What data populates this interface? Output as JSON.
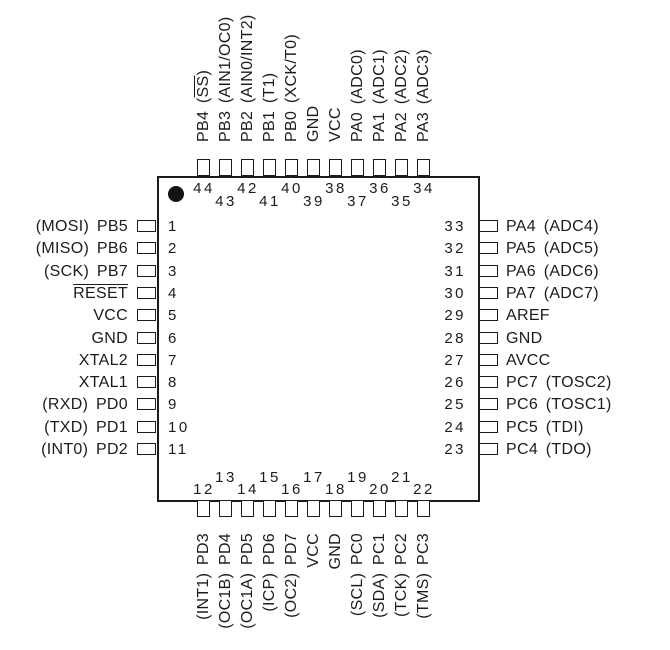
{
  "diagram": {
    "colors": {
      "line": "#1c1c1c",
      "background": "#ffffff"
    },
    "chip": {
      "pin1_marker_icon": "filled-circle-icon"
    },
    "pins": {
      "top": [
        {
          "num": "44",
          "label": "PB4 (SS)",
          "overline": "SS"
        },
        {
          "num": "43",
          "label": "PB3 (AIN1/OC0)"
        },
        {
          "num": "42",
          "label": "PB2 (AIN0/INT2)"
        },
        {
          "num": "41",
          "label": "PB1 (T1)"
        },
        {
          "num": "40",
          "label": "PB0 (XCK/T0)"
        },
        {
          "num": "39",
          "label": "GND"
        },
        {
          "num": "38",
          "label": "VCC"
        },
        {
          "num": "37",
          "label": "PA0 (ADC0)"
        },
        {
          "num": "36",
          "label": "PA1 (ADC1)"
        },
        {
          "num": "35",
          "label": "PA2 (ADC2)"
        },
        {
          "num": "34",
          "label": "PA3 (ADC3)"
        }
      ],
      "left": [
        {
          "num": "1",
          "label": "(MOSI) PB5"
        },
        {
          "num": "2",
          "label": "(MISO) PB6"
        },
        {
          "num": "3",
          "label": "(SCK) PB7"
        },
        {
          "num": "4",
          "label": "RESET",
          "overline": "RESET"
        },
        {
          "num": "5",
          "label": "VCC"
        },
        {
          "num": "6",
          "label": "GND"
        },
        {
          "num": "7",
          "label": "XTAL2"
        },
        {
          "num": "8",
          "label": "XTAL1"
        },
        {
          "num": "9",
          "label": "(RXD) PD0"
        },
        {
          "num": "10",
          "label": "(TXD) PD1"
        },
        {
          "num": "11",
          "label": "(INT0) PD2"
        }
      ],
      "right": [
        {
          "num": "33",
          "label": "PA4 (ADC4)"
        },
        {
          "num": "32",
          "label": "PA5 (ADC5)"
        },
        {
          "num": "31",
          "label": "PA6 (ADC6)"
        },
        {
          "num": "30",
          "label": "PA7 (ADC7)"
        },
        {
          "num": "29",
          "label": "AREF"
        },
        {
          "num": "28",
          "label": "GND"
        },
        {
          "num": "27",
          "label": "AVCC"
        },
        {
          "num": "26",
          "label": "PC7 (TOSC2)"
        },
        {
          "num": "25",
          "label": "PC6 (TOSC1)"
        },
        {
          "num": "24",
          "label": "PC5 (TDI)"
        },
        {
          "num": "23",
          "label": "PC4 (TDO)"
        }
      ],
      "bottom": [
        {
          "num": "12",
          "label": "(INT1) PD3"
        },
        {
          "num": "13",
          "label": "(OC1B) PD4"
        },
        {
          "num": "14",
          "label": "(OC1A) PD5"
        },
        {
          "num": "15",
          "label": "(ICP) PD6"
        },
        {
          "num": "16",
          "label": "(OC2) PD7"
        },
        {
          "num": "17",
          "label": "VCC"
        },
        {
          "num": "18",
          "label": "GND"
        },
        {
          "num": "19",
          "label": "(SCL) PC0"
        },
        {
          "num": "20",
          "label": "(SDA) PC1"
        },
        {
          "num": "21",
          "label": "(TCK) PC2"
        },
        {
          "num": "22",
          "label": "(TMS) PC3"
        }
      ]
    }
  }
}
